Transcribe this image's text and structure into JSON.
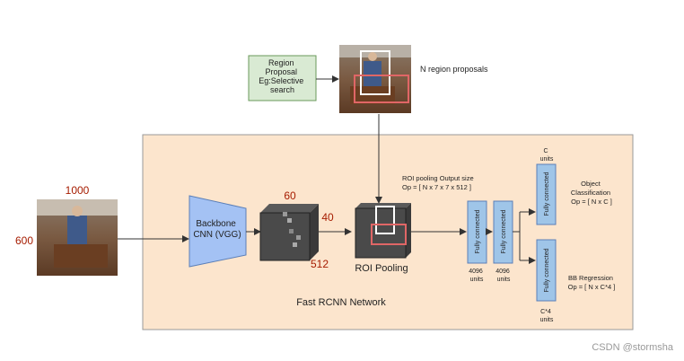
{
  "region_proposal": {
    "lines": [
      "Region",
      "Proposal",
      "Eg:Selective",
      "search"
    ]
  },
  "n_region_proposals": "N region proposals",
  "input_image": {
    "width_label": "1000",
    "height_label": "600"
  },
  "backbone": {
    "lines": [
      "Backbone",
      "CNN (VGG)"
    ]
  },
  "feature_map": {
    "width_label": "60",
    "height_label": "40",
    "depth_label": "512"
  },
  "roi_pooling": {
    "label": "ROI Pooling",
    "output_lines": [
      "ROI pooling Output size",
      "Op = [ N x 7 x 7 x 512 ]"
    ]
  },
  "fc_layers": [
    {
      "label": "Fully connected",
      "units_lines": [
        "4096",
        "units"
      ]
    },
    {
      "label": "Fully connected",
      "units_lines": [
        "4096",
        "units"
      ]
    }
  ],
  "classification_head": {
    "fc_label": "Fully connected",
    "units_lines": [
      "C",
      "units"
    ],
    "output_lines": [
      "Object",
      "Classification",
      "Op = [ N x C ]"
    ]
  },
  "regression_head": {
    "fc_label": "Fully connected",
    "units_lines": [
      "C*4",
      "units"
    ],
    "output_lines": [
      "BB Regression",
      "Op = [ N x C*4 ]"
    ]
  },
  "network_title": "Fast RCNN Network",
  "watermark": "CSDN @stormsha",
  "colors": {
    "network_bg": "#fce5cd",
    "region_box": "#d9ead3",
    "backbone": "#a4c2f4",
    "fc": "#9fc5e8",
    "dim_label": "#a61c00",
    "proposal_box": "#e06666"
  }
}
